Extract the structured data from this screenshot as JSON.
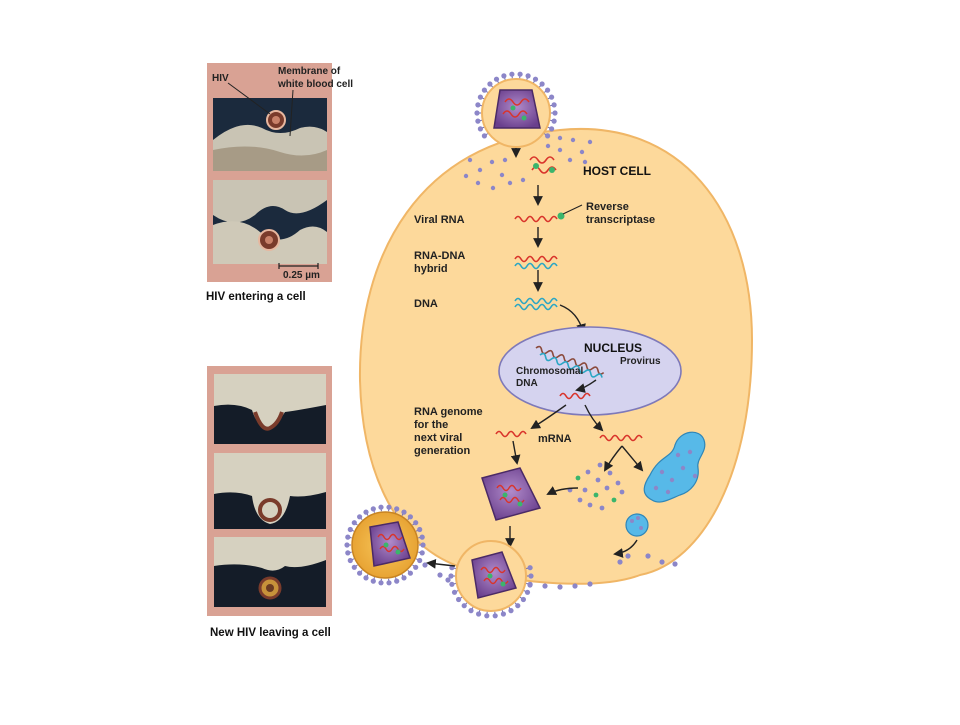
{
  "colors": {
    "panel_frame": "#d9a294",
    "cell_fill": "#fdd99b",
    "cell_stroke": "#f0b666",
    "nucleus_fill": "#d5d3ef",
    "nucleus_stroke": "#7e79b9",
    "virus_fill": "#8a5fa8",
    "viral_rna": "#d9342b",
    "dna_strand": "#2ba6c4",
    "er_fill": "#57b9e8",
    "protein_dot": "#8c86c8",
    "enzyme_green": "#3bb56c",
    "arrow": "#222222"
  },
  "micrographs": {
    "top_labels": {
      "hiv": "HIV",
      "membrane": "Membrane of white blood cell",
      "membrane_line1": "Membrane of",
      "membrane_line2": "white blood cell",
      "scale": "0.25 µm"
    },
    "top_caption": "HIV entering a cell",
    "bottom_caption": "New HIV leaving a cell"
  },
  "diagram": {
    "host_cell": "HOST CELL",
    "viral_rna": "Viral RNA",
    "reverse_line1": "Reverse",
    "reverse_line2": "transcriptase",
    "hybrid_line1": "RNA-DNA",
    "hybrid_line2": "hybrid",
    "dna": "DNA",
    "nucleus": "NUCLEUS",
    "provirus": "Provirus",
    "chromosomal_line1": "Chromosomal",
    "chromosomal_line2": "DNA",
    "genome_line1": "RNA genome",
    "genome_line2": "for the",
    "genome_line3": "next viral",
    "genome_line4": "generation",
    "mrna": "mRNA"
  }
}
